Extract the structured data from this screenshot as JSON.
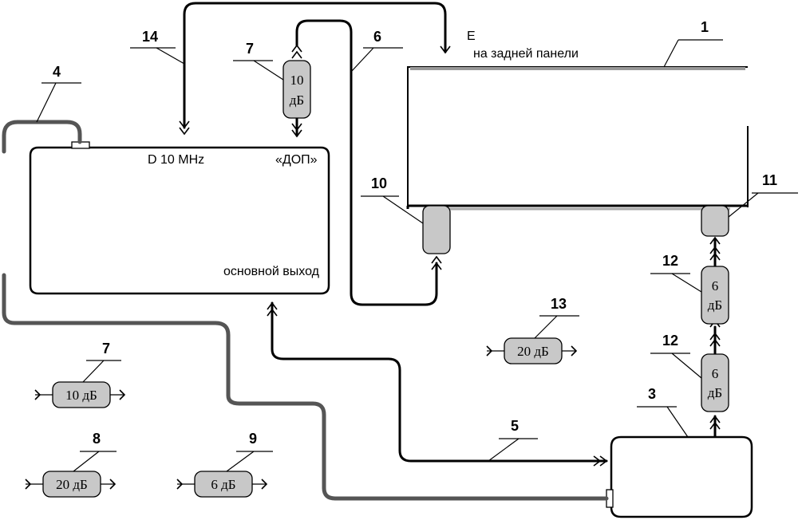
{
  "callouts": {
    "n1": "1",
    "n3": "3",
    "n4": "4",
    "n5": "5",
    "n6": "6",
    "n7a": "7",
    "n7b": "7",
    "n8": "8",
    "n9": "9",
    "n10": "10",
    "n11": "11",
    "n12a": "12",
    "n12b": "12",
    "n13": "13",
    "n14": "14"
  },
  "attenuators": {
    "a7_top_value": "10",
    "a7_top_unit": "дБ",
    "a12_upper_value": "6",
    "a12_upper_unit": "дБ",
    "a12_lower_value": "6",
    "a12_lower_unit": "дБ",
    "a13": "20 дБ",
    "a7_legend": "10 дБ",
    "a8_legend": "20 дБ",
    "a9_legend": "6 дБ"
  },
  "device_labels": {
    "dop": "«ДОП»",
    "freq": "D  10 MHz",
    "main_out": "основной выход",
    "rear_panel": "на задней панели"
  },
  "colors": {
    "attenuator_fill": "#c8c8c8",
    "cable_grey": "#555555",
    "line": "#000000"
  }
}
